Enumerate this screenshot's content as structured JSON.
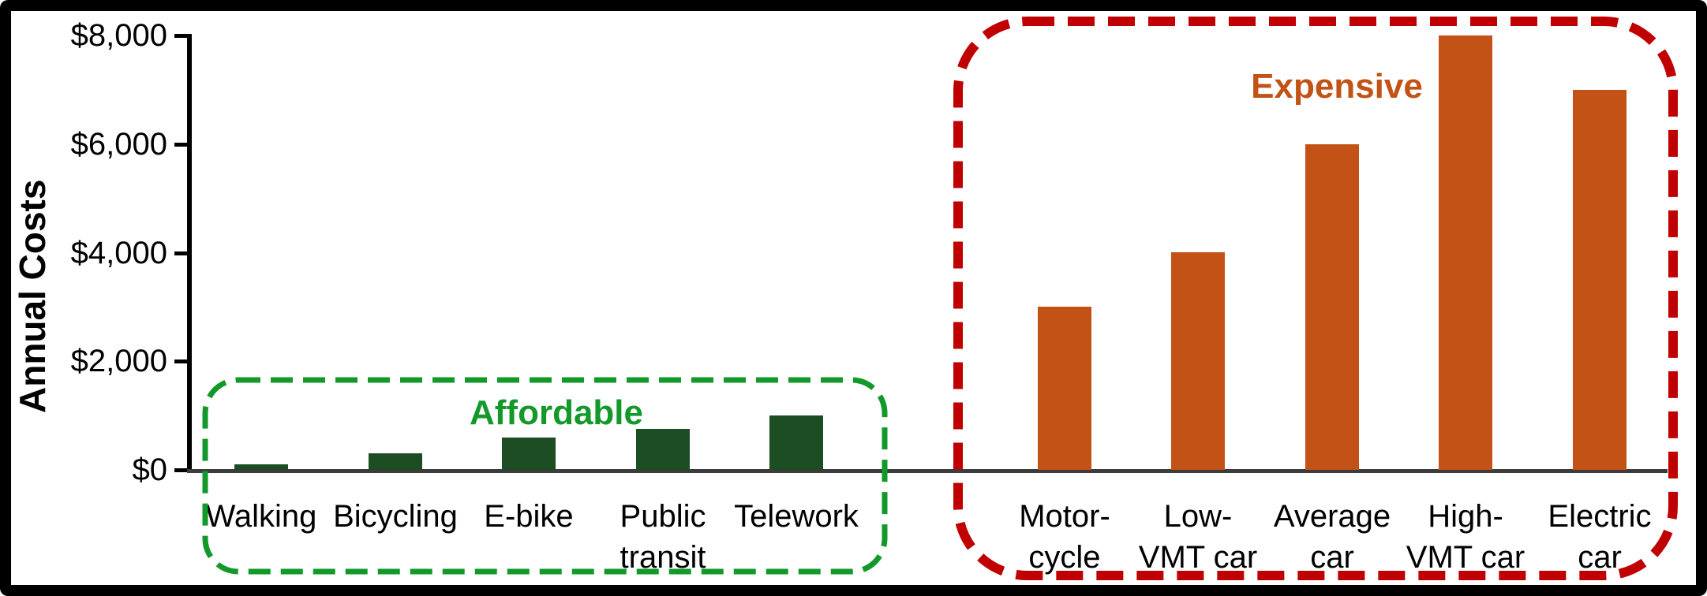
{
  "chart_data": {
    "type": "bar",
    "title": "",
    "ylabel": "Annual Costs",
    "xlabel": "",
    "ylim": [
      0,
      8000
    ],
    "ytick_step": 2000,
    "ytick_labels": [
      "$0",
      "$2,000",
      "$4,000",
      "$6,000",
      "$8,000"
    ],
    "grid": false,
    "legend": false,
    "groups": [
      {
        "name": "Affordable",
        "bar_color": "#1C4D23",
        "label_color": "#129929",
        "box_color": "#129929",
        "box_style": "dashed-rounded",
        "categories": [
          "Walking",
          "Bicycling",
          "E-bike",
          "Public\ntransit",
          "Telework"
        ],
        "values": [
          100,
          300,
          600,
          750,
          1000
        ]
      },
      {
        "name": "Expensive",
        "bar_color": "#C25216",
        "label_color": "#C25216",
        "box_color": "#C00000",
        "box_style": "dashed-rounded",
        "categories": [
          "Motor-\ncycle",
          "Low-\nVMT car",
          "Average\ncar",
          "High-\nVMT car",
          "Electric\ncar"
        ],
        "values": [
          3000,
          4000,
          6000,
          8000,
          7000
        ]
      }
    ],
    "axis_colors": {
      "y_axis": "#000000",
      "x_axis": "#3C3C3C",
      "tick_text": "#000000"
    },
    "frame": {
      "border_color": "#000000",
      "background": "#FFFFFF"
    }
  }
}
